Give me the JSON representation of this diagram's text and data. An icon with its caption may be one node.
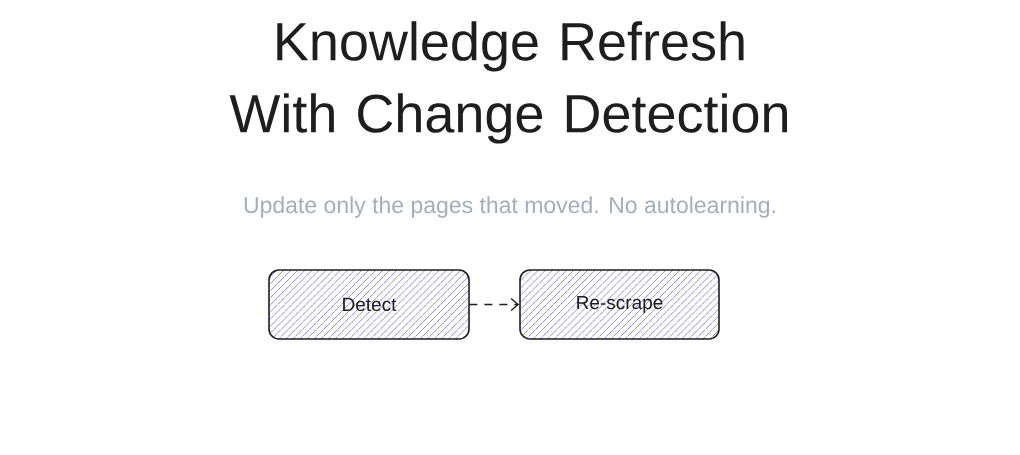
{
  "diagram": {
    "title": "Knowledge Refresh With Change Detection",
    "nodes": [
      {
        "text": [
          "Detect"
        ]
      },
      {
        "text": [
          "Re-scrape"
        ]
      }
    ],
    "edges": [
      {
        "from": 0,
        "to": 1,
        "arrow": "to",
        "style": "dashed"
      }
    ],
    "labels": [
      "Update only the pages that moved. No autolearning."
    ]
  }
}
